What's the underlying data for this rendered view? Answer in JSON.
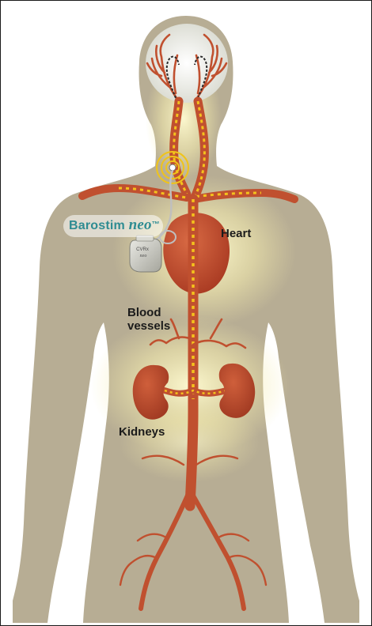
{
  "colors": {
    "body": "#b7ad94",
    "artery": "#c0502f",
    "glow": "#fff6b0",
    "signal": "#f4c21c",
    "device_label": "#2f8c92"
  },
  "labels": {
    "device_name": "Barostim",
    "device_name_suffix": "neo",
    "device_trademark": "™",
    "heart": "Heart",
    "blood_vessels_line1": "Blood",
    "blood_vessels_line2": "vessels",
    "kidneys": "Kidneys"
  },
  "implant": {
    "brand": "CVRx",
    "model": "neo"
  }
}
